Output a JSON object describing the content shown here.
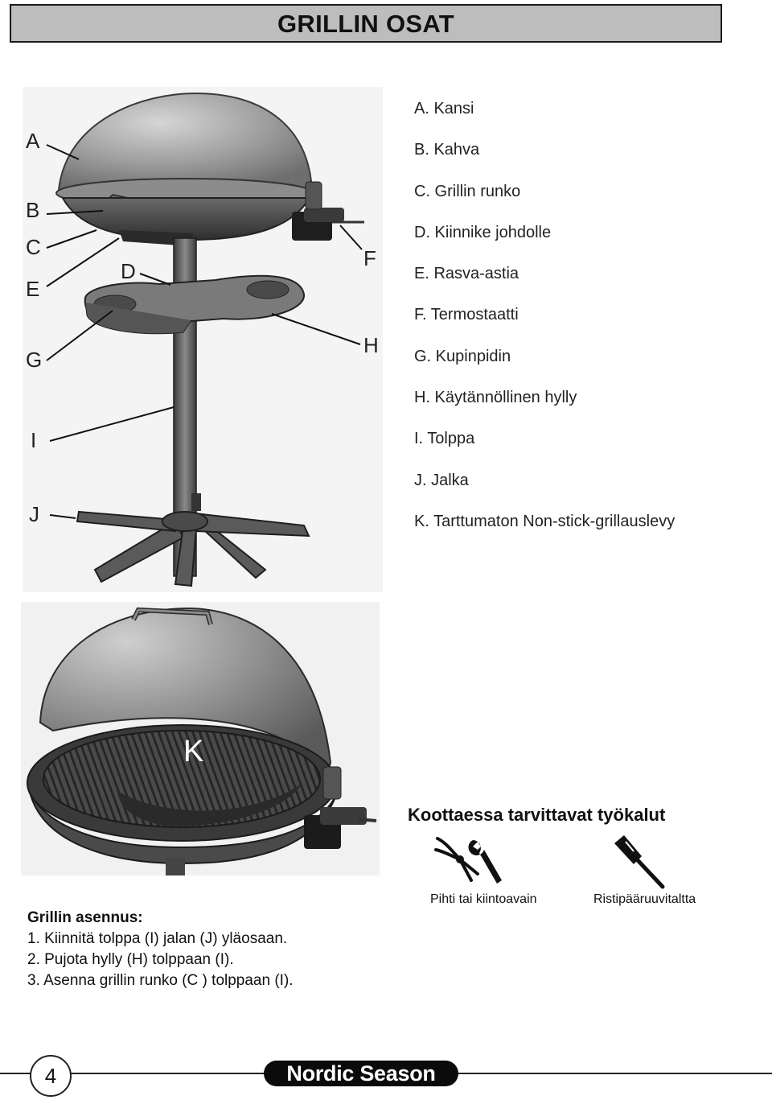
{
  "title": "GRILLIN OSAT",
  "figure_labels": {
    "A": "A",
    "B": "B",
    "C": "C",
    "D": "D",
    "E": "E",
    "F": "F",
    "G": "G",
    "H": "H",
    "I": "I",
    "J": "J",
    "K": "K"
  },
  "parts": [
    "A. Kansi",
    "B. Kahva",
    "C. Grillin runko",
    "D. Kiinnike johdolle",
    "E. Rasva-astia",
    "F. Termostaatti",
    "G. Kupinpidin",
    "H. Käytännöllinen hylly",
    "I.  Tolppa",
    "J. Jalka",
    "K. Tarttumaton Non-stick-grillauslevy"
  ],
  "tools": {
    "heading": "Koottaessa tarvittavat työkalut",
    "items": [
      {
        "label": "Pihti tai kiintoavain",
        "icon": "pliers-wrench-icon"
      },
      {
        "label": "Ristipääruuvitaltta",
        "icon": "screwdriver-icon"
      }
    ]
  },
  "assembly": {
    "heading": "Grillin asennus:",
    "steps": [
      "1. Kiinnitä tolppa (I) jalan (J) yläosaan.",
      "2. Pujota hylly (H) tolppaan (I).",
      "3. Asenna grillin runko (C ) tolppaan (I)."
    ]
  },
  "footer": {
    "page_number": "4",
    "brand": "Nordic Season"
  }
}
